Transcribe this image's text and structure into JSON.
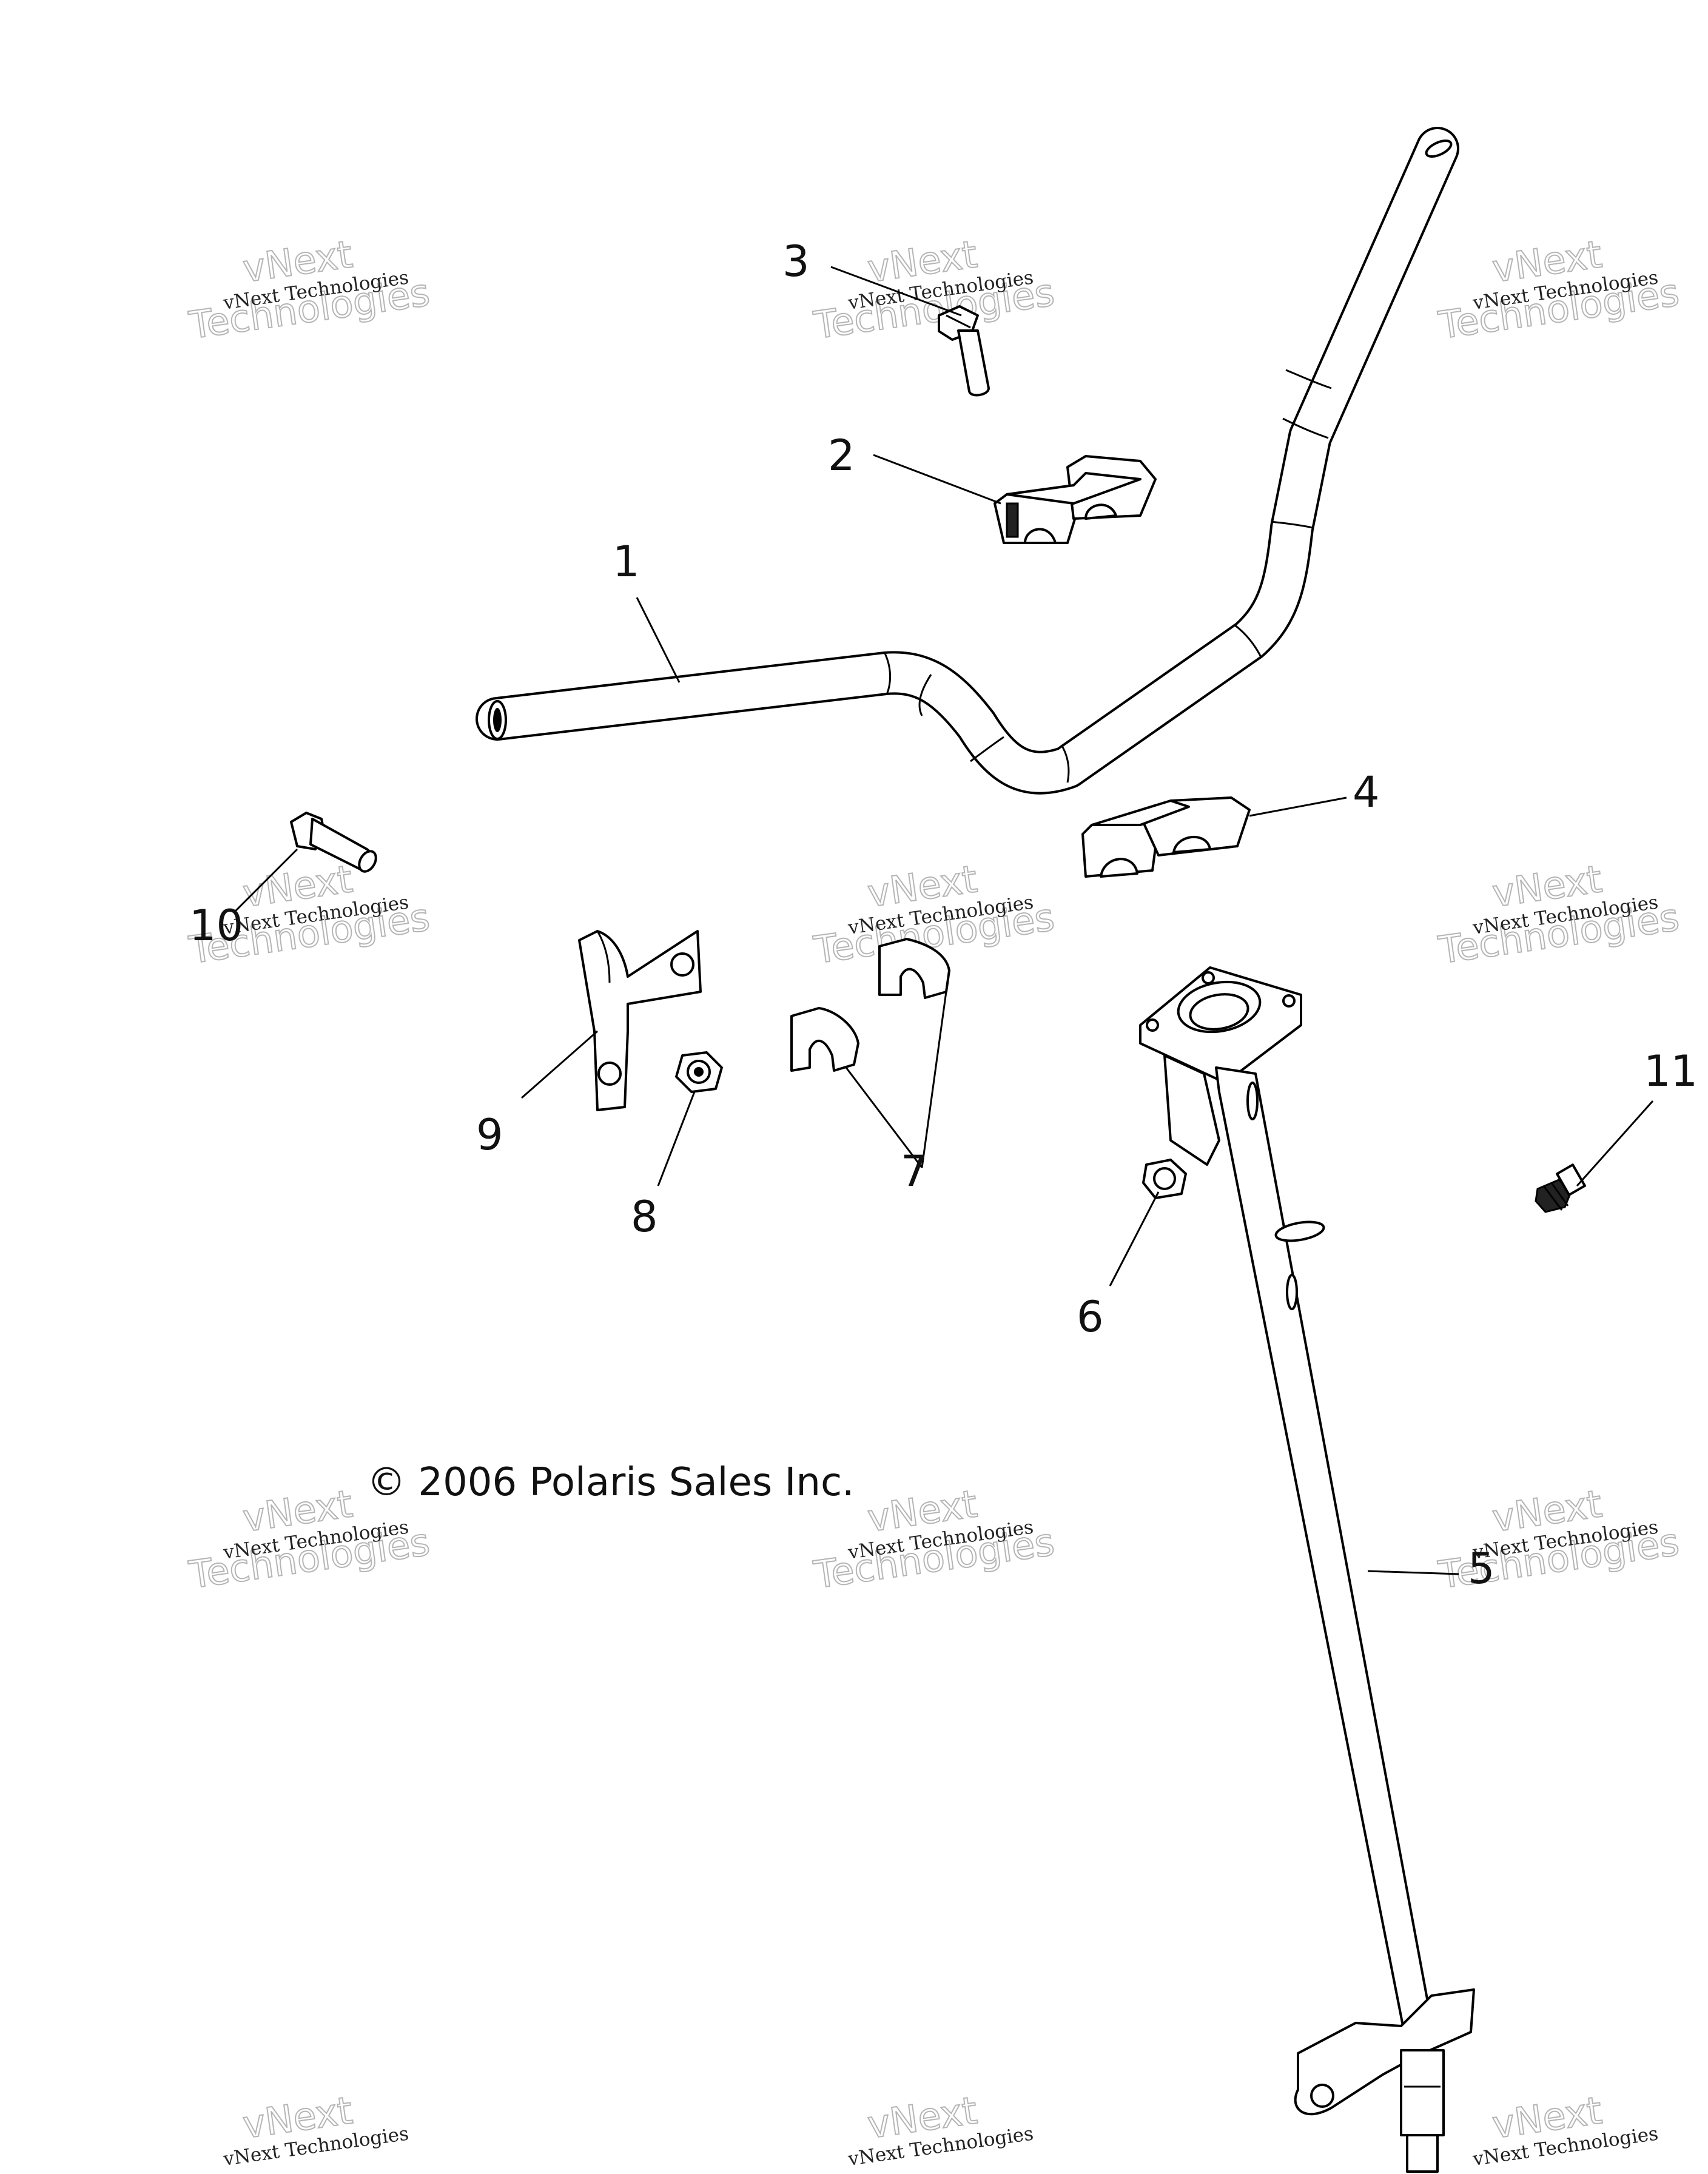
{
  "diagram": {
    "callouts": [
      "1",
      "2",
      "3",
      "4",
      "5",
      "6",
      "7",
      "8",
      "9",
      "10",
      "11"
    ],
    "copyright": "© 2006 Polaris Sales Inc.",
    "watermark": {
      "line1": "vNext Technologies",
      "line2": "vNext",
      "line3": "Technologies"
    }
  }
}
